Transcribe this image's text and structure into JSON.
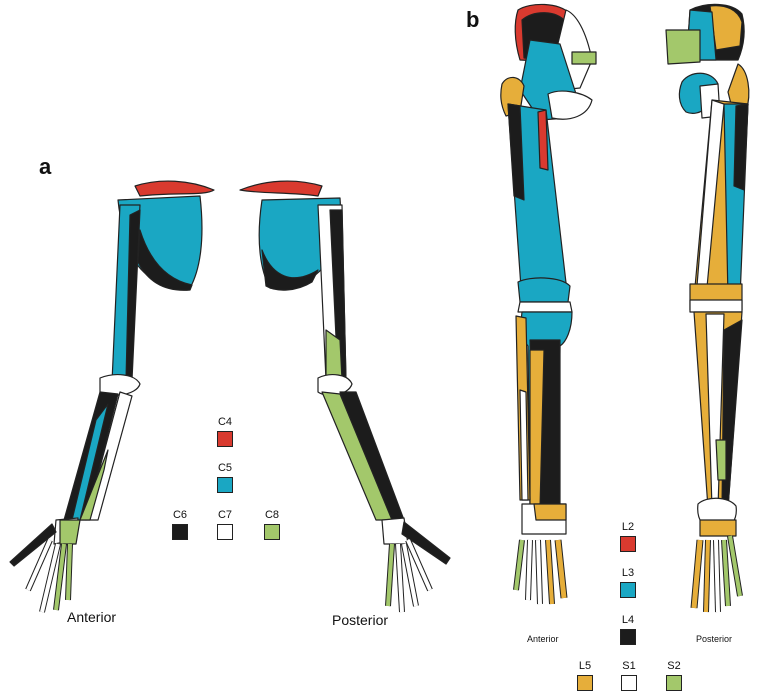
{
  "panel_a": {
    "label": "a",
    "views": {
      "anterior": "Anterior",
      "posterior": "Posterior"
    },
    "legend": [
      {
        "code": "C4",
        "color": "#d93a2f"
      },
      {
        "code": "C5",
        "color": "#1aa7c3"
      },
      {
        "code": "C6",
        "color": "#1c1c1c"
      },
      {
        "code": "C7",
        "color": "#ffffff"
      },
      {
        "code": "C8",
        "color": "#a3c86b"
      }
    ]
  },
  "panel_b": {
    "label": "b",
    "views": {
      "anterior": "Anterior",
      "posterior": "Posterior"
    },
    "legend": [
      {
        "code": "L2",
        "color": "#d93a2f"
      },
      {
        "code": "L3",
        "color": "#1aa7c3"
      },
      {
        "code": "L4",
        "color": "#1c1c1c"
      },
      {
        "code": "L5",
        "color": "#e6ae3a"
      },
      {
        "code": "S1",
        "color": "#ffffff"
      },
      {
        "code": "S2",
        "color": "#a3c86b"
      }
    ]
  }
}
